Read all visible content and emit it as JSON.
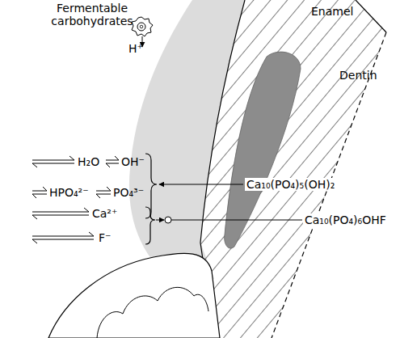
{
  "diagram": {
    "labels": [
      "Enamel",
      "Dentin",
      "Fermentable carbohydrates",
      "H⁺",
      "H₂O",
      "OH⁻",
      "HPO₄²⁻",
      "PO₄³⁻",
      "Ca²⁺",
      "F⁻",
      "Ca₁₀(PO₄)₅(OH)₂",
      "Ca₁₀(PO₄)₆OHF"
    ]
  }
}
